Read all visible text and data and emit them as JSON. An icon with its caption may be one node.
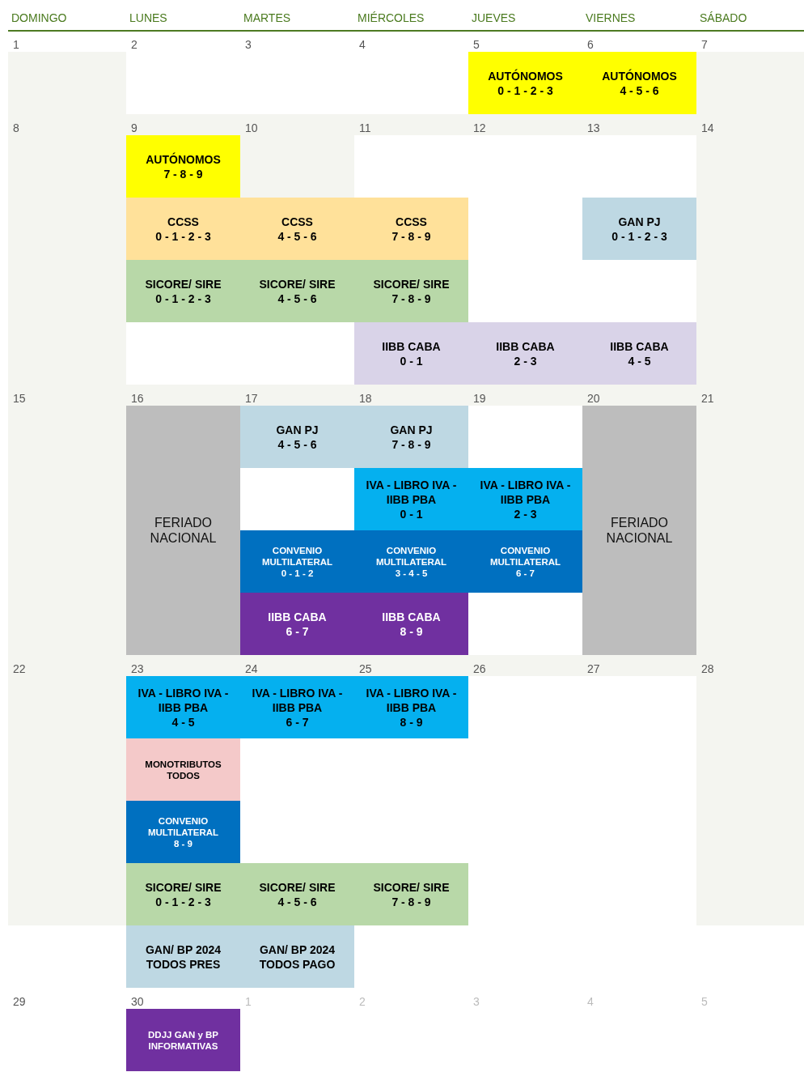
{
  "diagram": {
    "nodes": [
      {
        "text": [
          "AUTÓNOMOS",
          "0 - 1 - 2 - 3"
        ]
      },
      {
        "text": [
          "AUTÓNOMOS",
          "4 - 5 - 6"
        ]
      },
      {
        "text": [
          "AUTÓNOMOS",
          "7 - 8 - 9"
        ]
      },
      {
        "text": [
          "CCSS",
          "0 - 1 - 2 - 3"
        ]
      },
      {
        "text": [
          "CCSS",
          "4 - 5 - 6"
        ]
      },
      {
        "text": [
          "CCSS",
          "7 - 8 - 9"
        ]
      },
      {
        "text": [
          "GAN PJ",
          "0 - 1 - 2 - 3"
        ]
      },
      {
        "text": [
          "SICORE/ SIRE",
          "0 - 1 - 2 - 3"
        ]
      },
      {
        "text": [
          "SICORE/ SIRE",
          "4 - 5 - 6"
        ]
      },
      {
        "text": [
          "SICORE/ SIRE",
          "7 - 8 - 9"
        ]
      },
      {
        "text": [
          "IIBB CABA",
          "0 - 1"
        ]
      },
      {
        "text": [
          "IIBB CABA",
          "2 - 3"
        ]
      },
      {
        "text": [
          "IIBB CABA",
          "4 - 5"
        ]
      },
      {
        "text": [
          "FERIADO NACIONAL"
        ]
      },
      {
        "text": [
          "GAN PJ",
          "4 - 5 - 6"
        ]
      },
      {
        "text": [
          "GAN PJ",
          "7 - 8 - 9"
        ]
      },
      {
        "text": [
          "FERIADO NACIONAL"
        ]
      },
      {
        "text": [
          "IVA - LIBRO IVA - IIBB PBA",
          "0 - 1"
        ]
      },
      {
        "text": [
          "IVA - LIBRO IVA - IIBB PBA",
          "2 - 3"
        ]
      },
      {
        "text": [
          "CONVENIO MULTILATERAL",
          "0 - 1 - 2"
        ]
      },
      {
        "text": [
          "CONVENIO MULTILATERAL",
          "3 - 4 - 5"
        ]
      },
      {
        "text": [
          "CONVENIO MULTILATERAL",
          "6 - 7"
        ]
      },
      {
        "text": [
          "IIBB CABA",
          "6 - 7"
        ]
      },
      {
        "text": [
          "IIBB CABA",
          "8 - 9"
        ]
      },
      {
        "text": [
          "IVA - LIBRO IVA - IIBB PBA",
          "4 - 5"
        ]
      },
      {
        "text": [
          "IVA - LIBRO IVA - IIBB PBA",
          "6 - 7"
        ]
      },
      {
        "text": [
          "IVA - LIBRO IVA - IIBB PBA",
          "8 - 9"
        ]
      },
      {
        "text": [
          "MONOTRIBUTOS TODOS"
        ]
      },
      {
        "text": [
          "CONVENIO MULTILATERAL",
          "8 - 9"
        ]
      },
      {
        "text": [
          "SICORE/ SIRE",
          "0 - 1 - 2 - 3"
        ]
      },
      {
        "text": [
          "SICORE/ SIRE",
          "4 - 5 - 6"
        ]
      },
      {
        "text": [
          "SICORE/ SIRE",
          "7 - 8 - 9"
        ]
      },
      {
        "text": [
          "GAN/ BP 2024 TODOS PRES"
        ]
      },
      {
        "text": [
          "GAN/ BP 2024 TODOS PAGO"
        ]
      },
      {
        "text": [
          "DDJJ GAN y BP INFORMATIVAS"
        ]
      }
    ],
    "labels": [
      "DOMINGO",
      "LUNES",
      "MARTES",
      "MIÉRCOLES",
      "JUEVES",
      "VIERNES",
      "SÁBADO",
      "1",
      "2",
      "3",
      "4",
      "5",
      "6",
      "7",
      "8",
      "9",
      "10",
      "11",
      "12",
      "13",
      "14",
      "15",
      "16",
      "17",
      "18",
      "19",
      "20",
      "21",
      "22",
      "23",
      "24",
      "25",
      "26",
      "27",
      "28",
      "29",
      "30",
      "1",
      "2",
      "3",
      "4",
      "5"
    ]
  }
}
